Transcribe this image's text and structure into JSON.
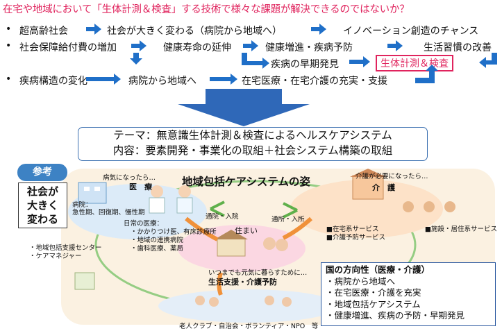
{
  "headline": "在宅や地域において「生体計測＆検査」する技術で様々な課題が解決できるのではないか？",
  "rows": {
    "r1": {
      "bullet": "•",
      "a": "超高齢社会",
      "b": "社会が大きく変わる（病院から地域へ）",
      "c": "イノベーション創造のチャンス"
    },
    "r2": {
      "bullet": "•",
      "a": "社会保障給付費の増加",
      "b": "健康寿命の延伸",
      "c": "健康増進・疾病予防",
      "d": "生活習慣の改善"
    },
    "r2b": {
      "a": "疾病の早期発見",
      "highlight": "生体計測＆検査"
    },
    "r3": {
      "bullet": "•",
      "a": "疾病構造の変化",
      "b": "病院から地域へ",
      "c": "在宅医療・在宅介護の充実・支援"
    }
  },
  "theme": {
    "line1": "テーマ：無意識生体計測＆検査によるヘルスケアシステム",
    "line2": "内容：要素開発・事業化の取組＋社会システム構築の取組"
  },
  "reference": {
    "badge": "参考",
    "message": "社会が 大きく 変わる"
  },
  "community": {
    "title": "地域包括ケアシステムの姿",
    "iryo_lead": "病気になったら…",
    "iryo": "医　療",
    "hospital_box": "病院：\n急性期、回復期、慢性期",
    "clinic_label": "日常の医療：",
    "clinic_items": [
      "・かかりつけ医、有床診療所",
      "・地域の連携病院",
      "・歯科医療、薬局"
    ],
    "kaigo_lead": "介護が必要になったら…",
    "kaigo": "介　護",
    "kaigo_items": [
      "■在宅系サービス",
      "■介護予防サービス"
    ],
    "kaigo_facility": "■施設・居住系サービス",
    "tsuin": "通院・入院",
    "tsusho": "通所・入所",
    "sumai": "住まい",
    "center_items": [
      "・地域包括支援センター",
      "・ケアマネジャー"
    ],
    "itsumade": "いつまでも元気に暮らすために…",
    "seikatsu": "生活支援・介護予防",
    "groups": "老人クラブ・自治会・ボランティア・NPO　等"
  },
  "direction": {
    "title": "国の方向性（医療・介護）",
    "items": [
      "・病院から地域へ",
      "・在宅医療・介護を充実",
      "・地域包括ケアシステム",
      "・健康増進、疾病の予防・早期発見"
    ]
  }
}
